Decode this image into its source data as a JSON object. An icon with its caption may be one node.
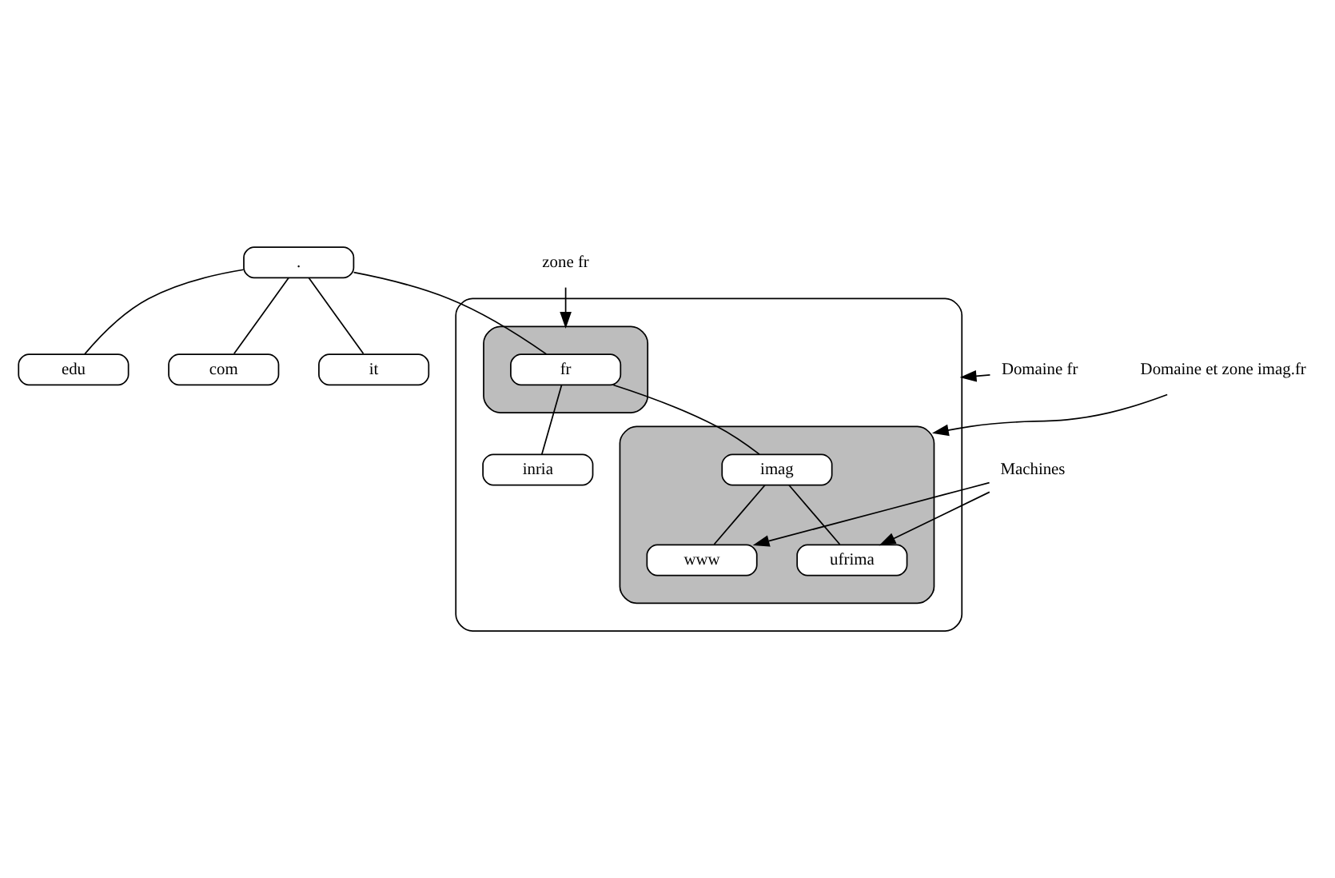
{
  "diagram": {
    "nodes": [
      {
        "text": [
          "."
        ]
      },
      {
        "text": [
          "edu"
        ]
      },
      {
        "text": [
          "com"
        ]
      },
      {
        "text": [],
        "shape": "octagon"
      },
      {
        "text": [],
        "shape": "box",
        "in": 3
      },
      {
        "text": [
          "fr"
        ],
        "in": 4
      },
      {
        "text": [
          "it"
        ]
      },
      {
        "text": [
          "zone fr"
        ]
      },
      {
        "text": [
          "inria"
        ],
        "in": 3
      },
      {
        "text": [],
        "shape": "box",
        "in": 3
      },
      {
        "text": [
          "imag"
        ],
        "in": 9
      },
      {
        "text": [
          "Domaine fr"
        ]
      },
      {
        "text": [
          "www"
        ],
        "in": 9
      },
      {
        "text": [
          "ufrima"
        ],
        "in": 9
      },
      {
        "text": [
          "Domaine et zone imag.fr"
        ]
      },
      {
        "text": [
          "Machines"
        ]
      }
    ],
    "edges": [
      {
        "from": 0,
        "to": 1,
        "arrow": "none"
      },
      {
        "from": 0,
        "to": 2,
        "arrow": "none"
      },
      {
        "from": 0,
        "to": 5,
        "arrow": "none"
      },
      {
        "from": 0,
        "to": 6,
        "arrow": "none"
      },
      {
        "from": 7,
        "to": 4,
        "arrow": "to"
      },
      {
        "from": 5,
        "to": 8,
        "arrow": "none"
      },
      {
        "from": 5,
        "to": 10,
        "arrow": "none"
      },
      {
        "from": 11,
        "to": 3,
        "arrow": "to"
      },
      {
        "from": 10,
        "to": 12,
        "arrow": "none"
      },
      {
        "from": 10,
        "to": 13,
        "arrow": "none"
      },
      {
        "from": 14,
        "to": 9,
        "arrow": "to"
      },
      {
        "from": 15,
        "to": 12,
        "arrow": "to"
      },
      {
        "from": 15,
        "to": 13,
        "arrow": "to"
      }
    ]
  }
}
